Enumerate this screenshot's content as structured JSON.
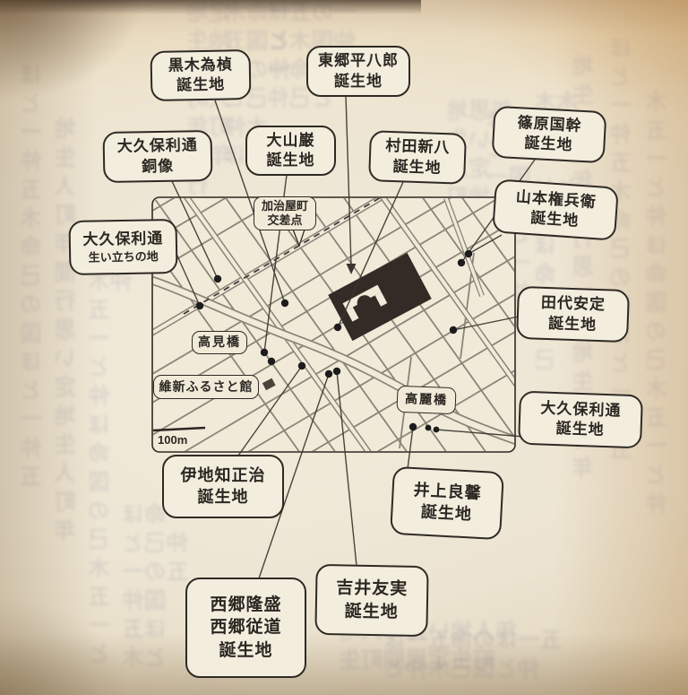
{
  "map_figure": {
    "description": "加治屋町周辺 誕生地マップ",
    "birthplace_labels": [
      {
        "id": "kuroki",
        "lines": [
          "黒木為楨",
          "誕生地"
        ]
      },
      {
        "id": "togo",
        "lines": [
          "東郷平八郎",
          "誕生地"
        ]
      },
      {
        "id": "okubo_statue",
        "lines": [
          "大久保利通",
          "銅像"
        ]
      },
      {
        "id": "oyama",
        "lines": [
          "大山巌",
          "誕生地"
        ]
      },
      {
        "id": "murata",
        "lines": [
          "村田新八",
          "誕生地"
        ]
      },
      {
        "id": "shinohara",
        "lines": [
          "篠原国幹",
          "誕生地"
        ]
      },
      {
        "id": "yamamoto",
        "lines": [
          "山本権兵衛",
          "誕生地"
        ]
      },
      {
        "id": "okubo_roots",
        "lines": [
          "大久保利通",
          "生い立ちの地"
        ]
      },
      {
        "id": "tashiro",
        "lines": [
          "田代安定",
          "誕生地"
        ]
      },
      {
        "id": "okubo_birth",
        "lines": [
          "大久保利通",
          "誕生地"
        ]
      },
      {
        "id": "ijichi",
        "lines": [
          "伊地知正治",
          "誕生地"
        ]
      },
      {
        "id": "inoue",
        "lines": [
          "井上良馨",
          "誕生地"
        ]
      },
      {
        "id": "yoshii",
        "lines": [
          "吉井友実",
          "誕生地"
        ]
      },
      {
        "id": "saigo",
        "lines": [
          "西郷隆盛",
          "西郷従道",
          "誕生地"
        ]
      }
    ],
    "map_annotations": {
      "kajiya_intersection": {
        "lines": [
          "加治屋町",
          "交差点"
        ]
      },
      "takamibashi": "高見橋",
      "ishin_furusato_kan": "維新ふるさと館",
      "koraibashi": "高麗橋",
      "scale": "100m"
    },
    "colors": {
      "paper": "#f1ead9",
      "ink": "#2b2722",
      "street": "#8b8578",
      "building": "#332c26"
    }
  },
  "backdrop": {
    "glyphs1": "ほと一仲五木命己の国ほと一仲五",
    "glyphs2": "地生人町年間行思い定地生人町年",
    "glyphs3": "木五一と仲ほ命国の己木五一と仲"
  }
}
